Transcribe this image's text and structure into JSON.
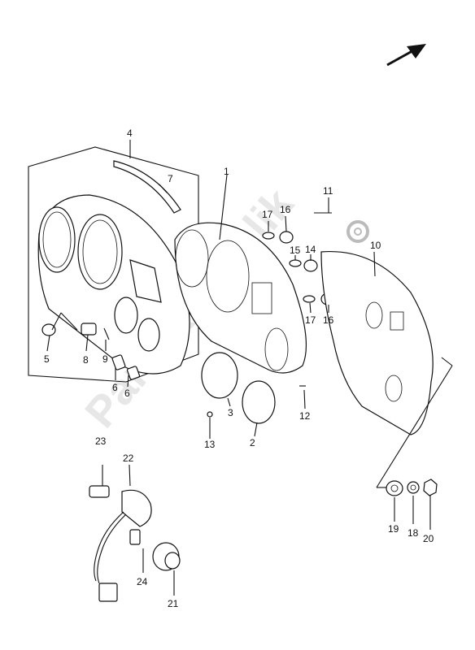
{
  "diagram": {
    "watermark_text": "PartsRepublik",
    "callouts": {
      "c1": "1",
      "c2": "2",
      "c3": "3",
      "c4": "4",
      "c5": "5",
      "c6a": "6",
      "c6b": "6",
      "c7": "7",
      "c8": "8",
      "c9": "9",
      "c10": "10",
      "c11": "11",
      "c12": "12",
      "c13": "13",
      "c14": "14",
      "c15": "15",
      "c16a": "16",
      "c16b": "16",
      "c17a": "17",
      "c17b": "17",
      "c18": "18",
      "c19": "19",
      "c20": "20",
      "c21": "21",
      "c22": "22",
      "c23": "23",
      "c24": "24"
    }
  }
}
